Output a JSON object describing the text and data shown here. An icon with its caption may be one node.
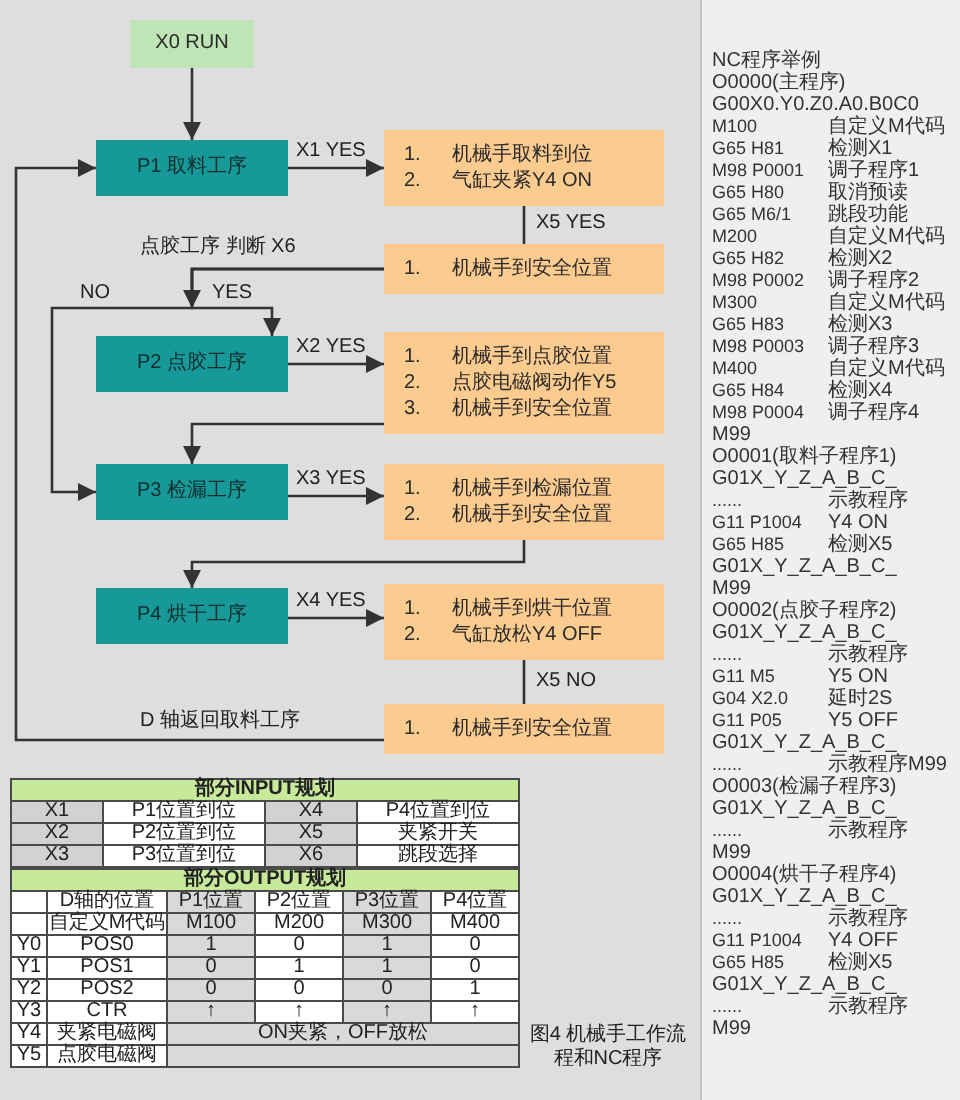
{
  "diagram": {
    "caption": "图4 机械手工作流程和NC程序",
    "nodes": [
      {
        "text": [
          "X0 RUN"
        ]
      },
      {
        "text": [
          "P1 取料工序"
        ]
      },
      {
        "text": [
          "1.",
          "机械手取料到位",
          "2.",
          "气缸夹紧Y4 ON"
        ]
      },
      {
        "text": [
          "1.",
          "机械手到安全位置"
        ]
      },
      {
        "text": [
          "P2 点胶工序"
        ]
      },
      {
        "text": [
          "1.",
          "机械手到点胶位置",
          "2.",
          "点胶电磁阀动作Y5",
          "3.",
          "机械手到安全位置"
        ]
      },
      {
        "text": [
          "P3 检漏工序"
        ]
      },
      {
        "text": [
          "1.",
          "机械手到检漏位置",
          "2.",
          "机械手到安全位置"
        ]
      },
      {
        "text": [
          "P4 烘干工序"
        ]
      },
      {
        "text": [
          "1.",
          "机械手到烘干位置",
          "2.",
          "气缸放松Y4 OFF"
        ]
      },
      {
        "text": [
          "1.",
          "机械手到安全位置"
        ]
      }
    ],
    "edges": [
      {
        "from": 0,
        "to": 1,
        "arrow": "to"
      },
      {
        "from": 1,
        "to": 2,
        "arrow": "to",
        "label": "X1 YES"
      },
      {
        "from": 2,
        "to": 3,
        "arrow": "none",
        "label": "X5 YES"
      },
      {
        "from": 3,
        "to": 4,
        "arrow": "to",
        "label": "YES"
      },
      {
        "from": 3,
        "to": 6,
        "arrow": "to",
        "label": "NO"
      },
      {
        "from": 4,
        "to": 5,
        "arrow": "to",
        "label": "X2 YES"
      },
      {
        "from": 5,
        "to": 6,
        "arrow": "to"
      },
      {
        "from": 6,
        "to": 7,
        "arrow": "to",
        "label": "X3 YES"
      },
      {
        "from": 7,
        "to": 8,
        "arrow": "to"
      },
      {
        "from": 8,
        "to": 9,
        "arrow": "to",
        "label": "X4 YES"
      },
      {
        "from": 9,
        "to": 10,
        "arrow": "none",
        "label": "X5 NO"
      },
      {
        "from": 10,
        "to": 1,
        "arrow": "to",
        "label": "D 轴返回取料工序"
      }
    ],
    "labels": [
      "点胶工序 判断 X6",
      "部分INPUT规划",
      "X1",
      "P1位置到位",
      "X4",
      "P4位置到位",
      "X2",
      "P2位置到位",
      "X5",
      "夹紧开关",
      "X3",
      "P3位置到位",
      "X6",
      "跳段选择",
      "部分OUTPUT规划",
      "D轴的位置",
      "P1位置",
      "P2位置",
      "P3位置",
      "P4位置",
      "自定义M代码",
      "M100",
      "M200",
      "M300",
      "M400",
      "Y0",
      "POS0",
      "1",
      "0",
      "1",
      "0",
      "Y1",
      "POS1",
      "0",
      "1",
      "1",
      "0",
      "Y2",
      "POS2",
      "0",
      "0",
      "0",
      "1",
      "Y3",
      "CTR",
      "↑",
      "↑",
      "↑",
      "↑",
      "Y4",
      "夹紧电磁阀",
      "ON夹紧，OFF放松",
      "Y5",
      "点胶电磁阀",
      "NC程序举例",
      "O0000(主程序)",
      "G00X0.Y0.Z0.A0.B0C0",
      "M100",
      "自定义M代码",
      "G65 H81",
      "检测X1",
      "M98 P0001",
      "调子程序1",
      "G65 H80",
      "取消预读",
      "G65 M6/1",
      "跳段功能",
      "M200",
      "自定义M代码",
      "G65 H82",
      "检测X2",
      "M98 P0002",
      "调子程序2",
      "M300",
      "自定义M代码",
      "G65 H83",
      "检测X3",
      "M98 P0003",
      "调子程序3",
      "M400",
      "自定义M代码",
      "G65 H84",
      "检测X4",
      "M98 P0004",
      "调子程序4",
      "M99",
      "O0001(取料子程序1)",
      "G01X_Y_Z_A_B_C_",
      "......",
      "示教程序",
      "G11 P1004",
      "Y4 ON",
      "G65 H85",
      "检测X5",
      "G01X_Y_Z_A_B_C_",
      "M99",
      "O0002(点胶子程序2)",
      "G01X_Y_Z_A_B_C_",
      "......",
      "示教程序",
      "G11 M5",
      "Y5 ON",
      "G04 X2.0",
      "延时2S",
      "G11 P05",
      "Y5 OFF",
      "G01X_Y_Z_A_B_C_",
      "......",
      "示教程序M99",
      "O0003(检漏子程序3)",
      "G01X_Y_Z_A_B_C_",
      "......",
      "示教程序",
      "M99",
      "O0004(烘干子程序4)",
      "G01X_Y_Z_A_B_C_",
      "......",
      "示教程序",
      "G11 P1004",
      "Y4 OFF",
      "G65 H85",
      "检测X5",
      "G01X_Y_Z_A_B_C_",
      "......",
      "示教程序",
      "M99"
    ]
  }
}
